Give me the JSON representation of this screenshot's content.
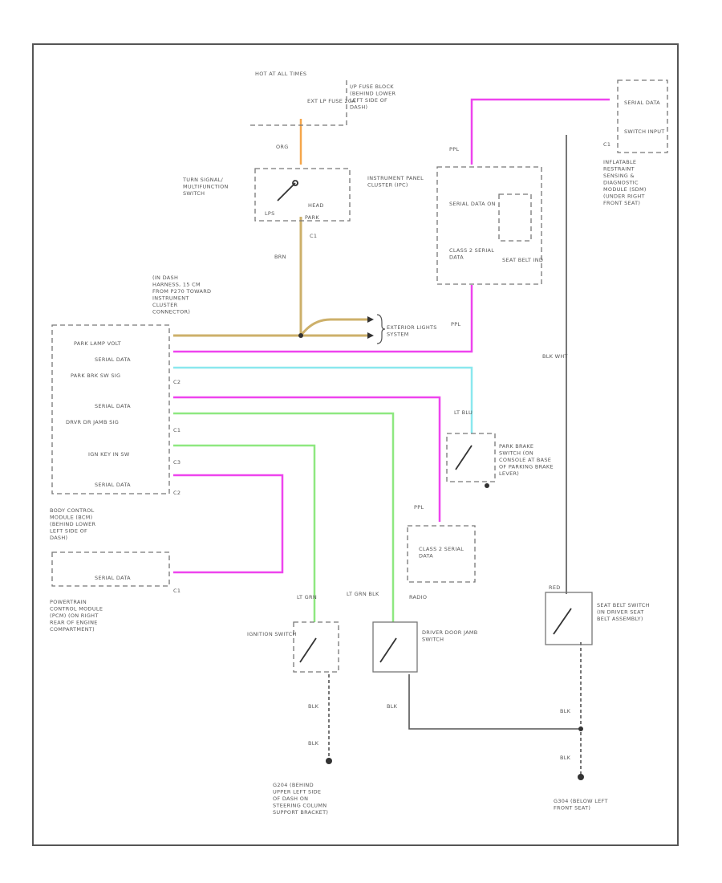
{
  "colors": {
    "orange": "#f5a64a",
    "tan": "#cdb06a",
    "pink": "#ee44ee",
    "cyan": "#8ae8ee",
    "green": "#8ee880",
    "gray": "#666666"
  },
  "labels": {
    "hot_all_times": "HOT AT ALL TIMES",
    "ip_fuse_block": "I/P FUSE BLOCK (BEHIND LOWER LEFT SIDE OF DASH)",
    "ext_lp_fuse": "EXT LP FUSE 20A",
    "org": "ORG",
    "turn_signal": "TURN SIGNAL/ MULTIFUNCTION SWITCH",
    "lps": "LPS",
    "head": "HEAD",
    "park": "PARK",
    "c1_turn": "C1",
    "brn": "BRN",
    "harness_note": "(IN DASH HARNESS, 15 CM FROM P270 TOWARD INSTRUMENT CLUSTER CONNECTOR)",
    "exterior_lights": "EXTERIOR LIGHTS SYSTEM",
    "ipc_title": "INSTRUMENT PANEL CLUSTER (IPC)",
    "ipc_serial": "SERIAL DATA ON",
    "ipc_class2": "CLASS 2 SERIAL DATA",
    "ipc_seatbelt": "SEAT BELT IND",
    "ppl": "PPL",
    "serial_data_right": "SERIAL DATA",
    "switch_input": "SWITCH INPUT",
    "airbag_module": "INFLATABLE RESTRAINT SENSING & DIAGNOSTIC MODULE (SDM) (UNDER RIGHT FRONT SEAT)",
    "blk_wht": "BLK WHT",
    "bcm_park_lamp": "PARK LAMP VOLT",
    "bcm_serial1": "SERIAL DATA",
    "bcm_park_brk": "PARK BRK SW SIG",
    "bcm_serial2": "SERIAL DATA",
    "bcm_drv_jamb": "DRVR DR JAMB SIG",
    "bcm_ign_key": "IGN KEY IN SW",
    "bcm_serial3": "SERIAL DATA",
    "bcm_title": "BODY CONTROL MODULE (BCM) (BEHIND LOWER LEFT SIDE OF DASH)",
    "c1": "C1",
    "c2": "C2",
    "c3": "C3",
    "park_brake": "PARK BRAKE SWITCH (ON CONSOLE AT BASE OF PARKING BRAKE LEVER)",
    "lt_blu": "LT BLU",
    "radio_class2": "CLASS 2 SERIAL DATA",
    "radio": "RADIO",
    "pcm_serial": "SERIAL DATA",
    "pcm_title": "POWERTRAIN CONTROL MODULE (PCM) (ON RIGHT REAR OF ENGINE COMPARTMENT)",
    "lt_grn": "LT GRN",
    "lt_grn_blk": "LT GRN BLK",
    "ign_switch": "IGNITION SWITCH",
    "door_jamb": "DRIVER DOOR JAMB SWITCH",
    "red": "RED",
    "seatbelt_sw": "SEAT BELT SWITCH (IN DRIVER SEAT BELT ASSEMBLY)",
    "blk": "BLK",
    "ground_left": "G204 (BEHIND UPPER LEFT SIDE OF DASH ON STEERING COLUMN SUPPORT BRACKET)",
    "ground_right": "G304 (BELOW LEFT FRONT SEAT)"
  }
}
